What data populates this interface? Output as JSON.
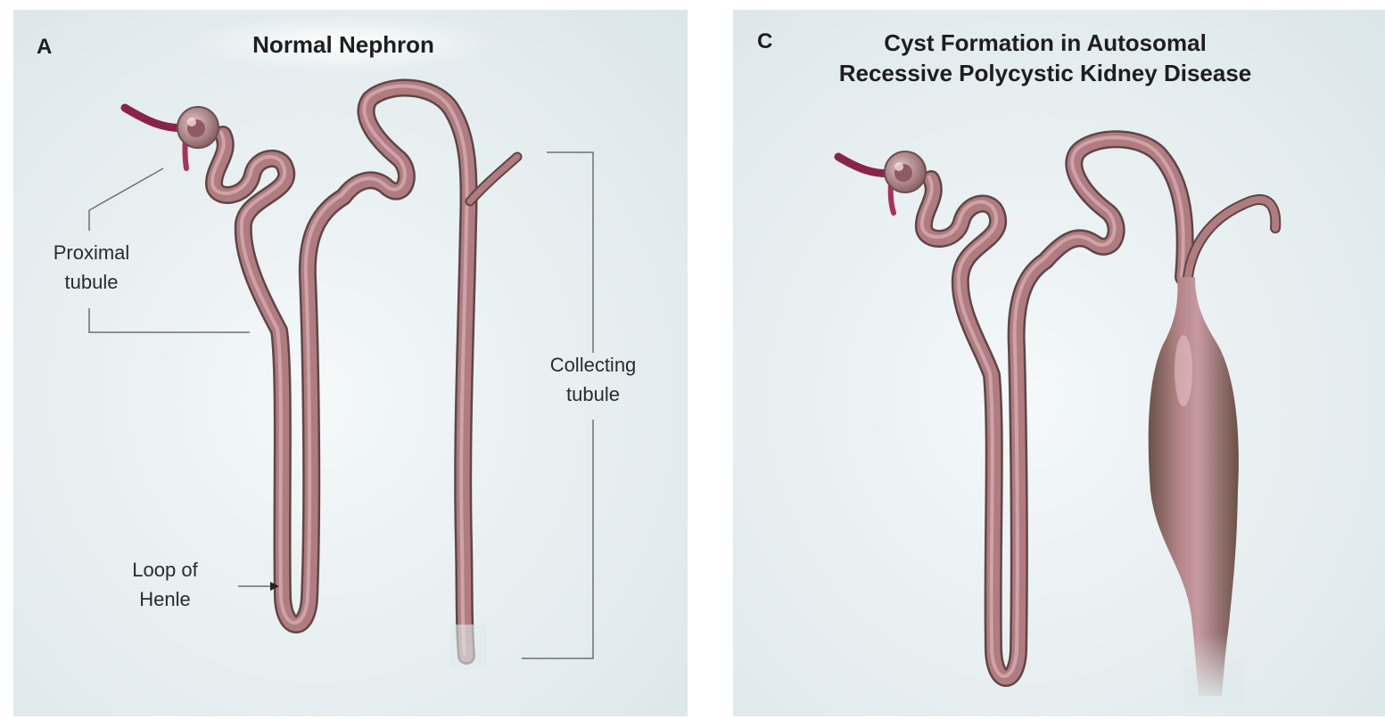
{
  "panel_a": {
    "letter": "A",
    "title": "Normal Nephron",
    "labels": {
      "proximal_tubule": [
        "Proximal",
        "tubule"
      ],
      "collecting_tubule": [
        "Collecting",
        "tubule"
      ],
      "loop_of_henle": [
        "Loop of",
        "Henle"
      ]
    }
  },
  "panel_c": {
    "letter": "C",
    "title_lines": [
      "Cyst Formation in Autosomal",
      "Recessive Polycystic Kidney Disease"
    ]
  },
  "colors": {
    "tubule": "#b07c80",
    "tubule_shadow": "#5e4646",
    "vessel": "#a8325a",
    "background": "#e6eef0",
    "leader_line": "#6f6f6f"
  }
}
